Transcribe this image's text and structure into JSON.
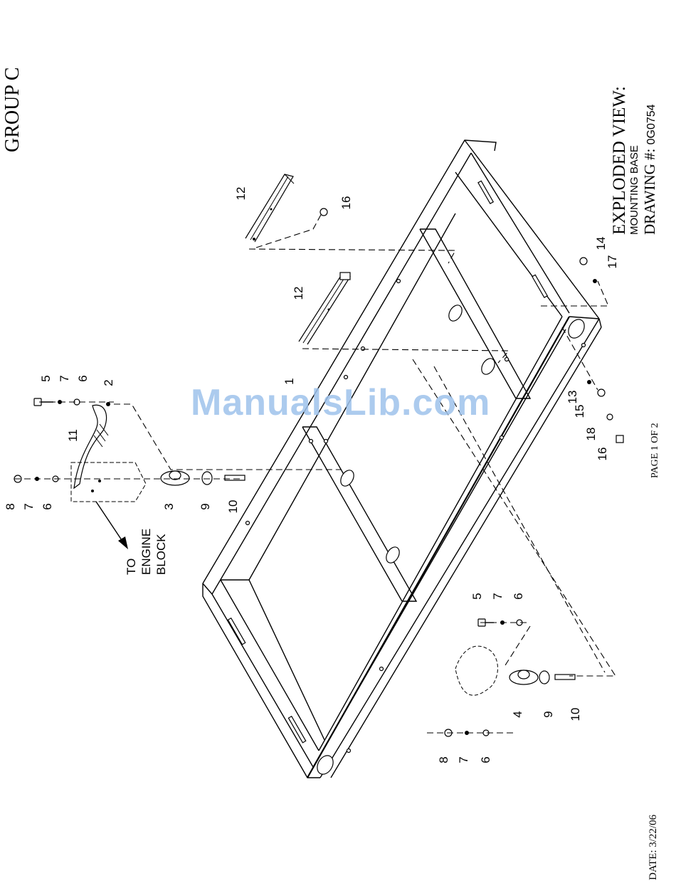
{
  "header": {
    "group": "GROUP C",
    "view_title": "EXPLODED VIEW:",
    "view_subtitle": "MOUNTING BASE",
    "drawing_label": "DRAWING #:",
    "drawing_number": "0G0754"
  },
  "footer": {
    "page": "PAGE 1 OF 2",
    "date": "DATE: 3/22/06"
  },
  "watermark": "ManualsLib.com",
  "annotation": {
    "line1": "TO",
    "line2": "ENGINE",
    "line3": "BLOCK"
  },
  "callouts": {
    "c1": "1",
    "c2": "2",
    "c3": "3",
    "c4": "4",
    "c5a": "5",
    "c5b": "5",
    "c6a": "6",
    "c6b": "6",
    "c6c": "6",
    "c6d": "6",
    "c7a": "7",
    "c7b": "7",
    "c7c": "7",
    "c7d": "7",
    "c8a": "8",
    "c8b": "8",
    "c9a": "9",
    "c9b": "9",
    "c10a": "10",
    "c10b": "10",
    "c11": "11",
    "c12a": "12",
    "c12b": "12",
    "c13": "13",
    "c14": "14",
    "c15": "15",
    "c16a": "16",
    "c16b": "16",
    "c17": "17",
    "c18": "18"
  }
}
